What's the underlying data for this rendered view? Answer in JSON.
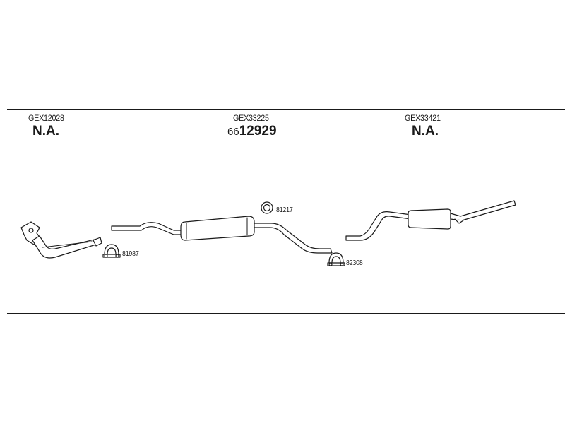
{
  "sections": [
    {
      "code": "GEX12028",
      "value": "N.A.",
      "prefix": ""
    },
    {
      "code": "GEX33225",
      "value": "12929",
      "prefix": "66"
    },
    {
      "code": "GEX33421",
      "value": "N.A.",
      "prefix": ""
    }
  ],
  "part_labels": {
    "clamp_front": "81987",
    "ring": "81217",
    "clamp_rear": "82308"
  }
}
